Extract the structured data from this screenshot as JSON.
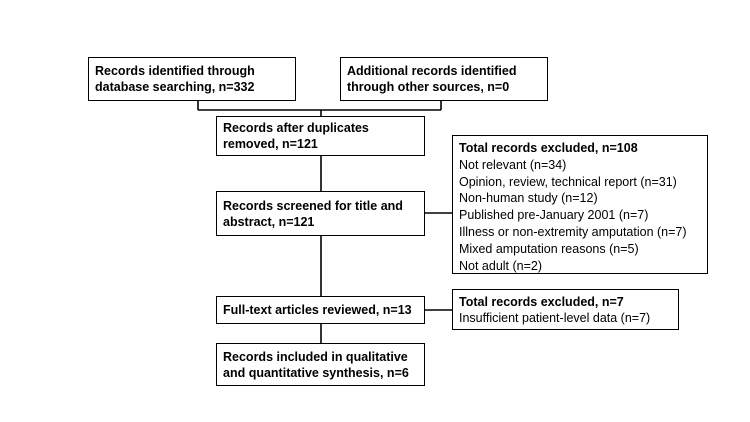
{
  "boxes": {
    "identified_db": {
      "lines": [
        "Records identified through",
        "database searching, n=332"
      ]
    },
    "additional": {
      "lines": [
        "Additional records identified",
        "through other sources, n=0"
      ]
    },
    "after_duplicates": {
      "lines": [
        "Records after duplicates",
        "removed, n=121"
      ]
    },
    "screened": {
      "lines": [
        "Records screened for title and",
        "abstract, n=121"
      ]
    },
    "full_text": {
      "lines": [
        "Full-text articles reviewed, n=13"
      ]
    },
    "included": {
      "lines": [
        "Records included in qualitative",
        "and quantitative synthesis, n=6"
      ]
    },
    "excluded_1": {
      "title": "Total records excluded, n=108",
      "items": [
        "Not relevant (n=34)",
        "Opinion, review, technical report (n=31)",
        "Non-human study (n=12)",
        "Published pre-January 2001 (n=7)",
        "Illness or non-extremity amputation (n=7)",
        "Mixed amputation reasons (n=5)",
        "Not adult (n=2)"
      ]
    },
    "excluded_2": {
      "title": "Total records excluded, n=7",
      "items": [
        "Insufficient patient-level data (n=7)"
      ]
    }
  }
}
